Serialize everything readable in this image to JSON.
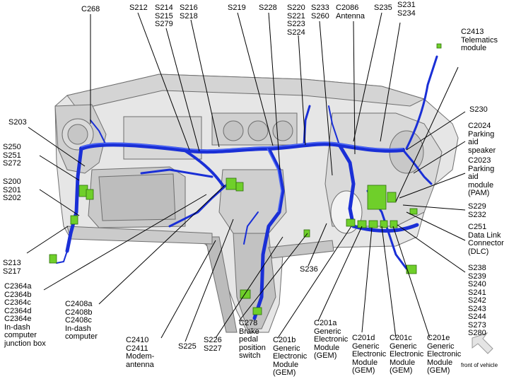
{
  "labels": {
    "c268": "C268",
    "s212": "S212",
    "s214": "S214\nS215\nS279",
    "s216": "S216\nS218",
    "s219": "S219",
    "s228": "S228",
    "s220": "S220\nS221\nS223\nS224",
    "s233": "S233\nS260",
    "c2086": "C2086\nAntenna",
    "s235": "S235",
    "s231": "S231\nS234",
    "c2413": "C2413\nTelematics\nmodule",
    "s203": "S203",
    "s250": "S250\nS251\nS272",
    "s200": "S200\nS201\nS202",
    "s213": "S213\nS217",
    "s230": "S230",
    "c2024": "C2024\nParking\naid\nspeaker",
    "c2023": "C2023\nParking\naid\nmodule\n(PAM)",
    "s229": "S229\nS232",
    "c251": "C251\nData Link\nConnector\n(DLC)",
    "s238": "S238\nS239\nS240\nS241\nS242\nS243\nS244\nS273\nS280",
    "c2364": "C2364a\nC2364b\nC2364c\nC2364d\nC2364e\nIn-dash\ncomputer\njunction box",
    "c2408": "C2408a\nC2408b\nC2408c\nIn-dash\ncomputer",
    "c2410": "C2410\nC2411\nModem-\nantenna",
    "s225": "S225",
    "s226": "S226\nS227",
    "c278": "C278\nBrake\npedal\nposition\nswitch",
    "s236": "S236",
    "c201b": "C201b\nGeneric\nElectronic\nModule\n(GEM)",
    "c201a": "C201a\nGeneric\nElectronic\nModule\n(GEM)",
    "c201d": "C201d\nGeneric\nElectronic\nModule\n(GEM)",
    "c201c": "C201c\nGeneric\nElectronic\nModule\n(GEM)",
    "c201e": "C201e\nGeneric\nElectronic\nModule\n(GEM)",
    "front": "front of vehicle"
  },
  "colors": {
    "harness": "#1a2fd6",
    "harness_dark": "#0a1a9a",
    "connector": "#6fcf2a",
    "structure": "#d9d9d9",
    "structure_line": "#7a7a7a",
    "leader": "#000000"
  }
}
